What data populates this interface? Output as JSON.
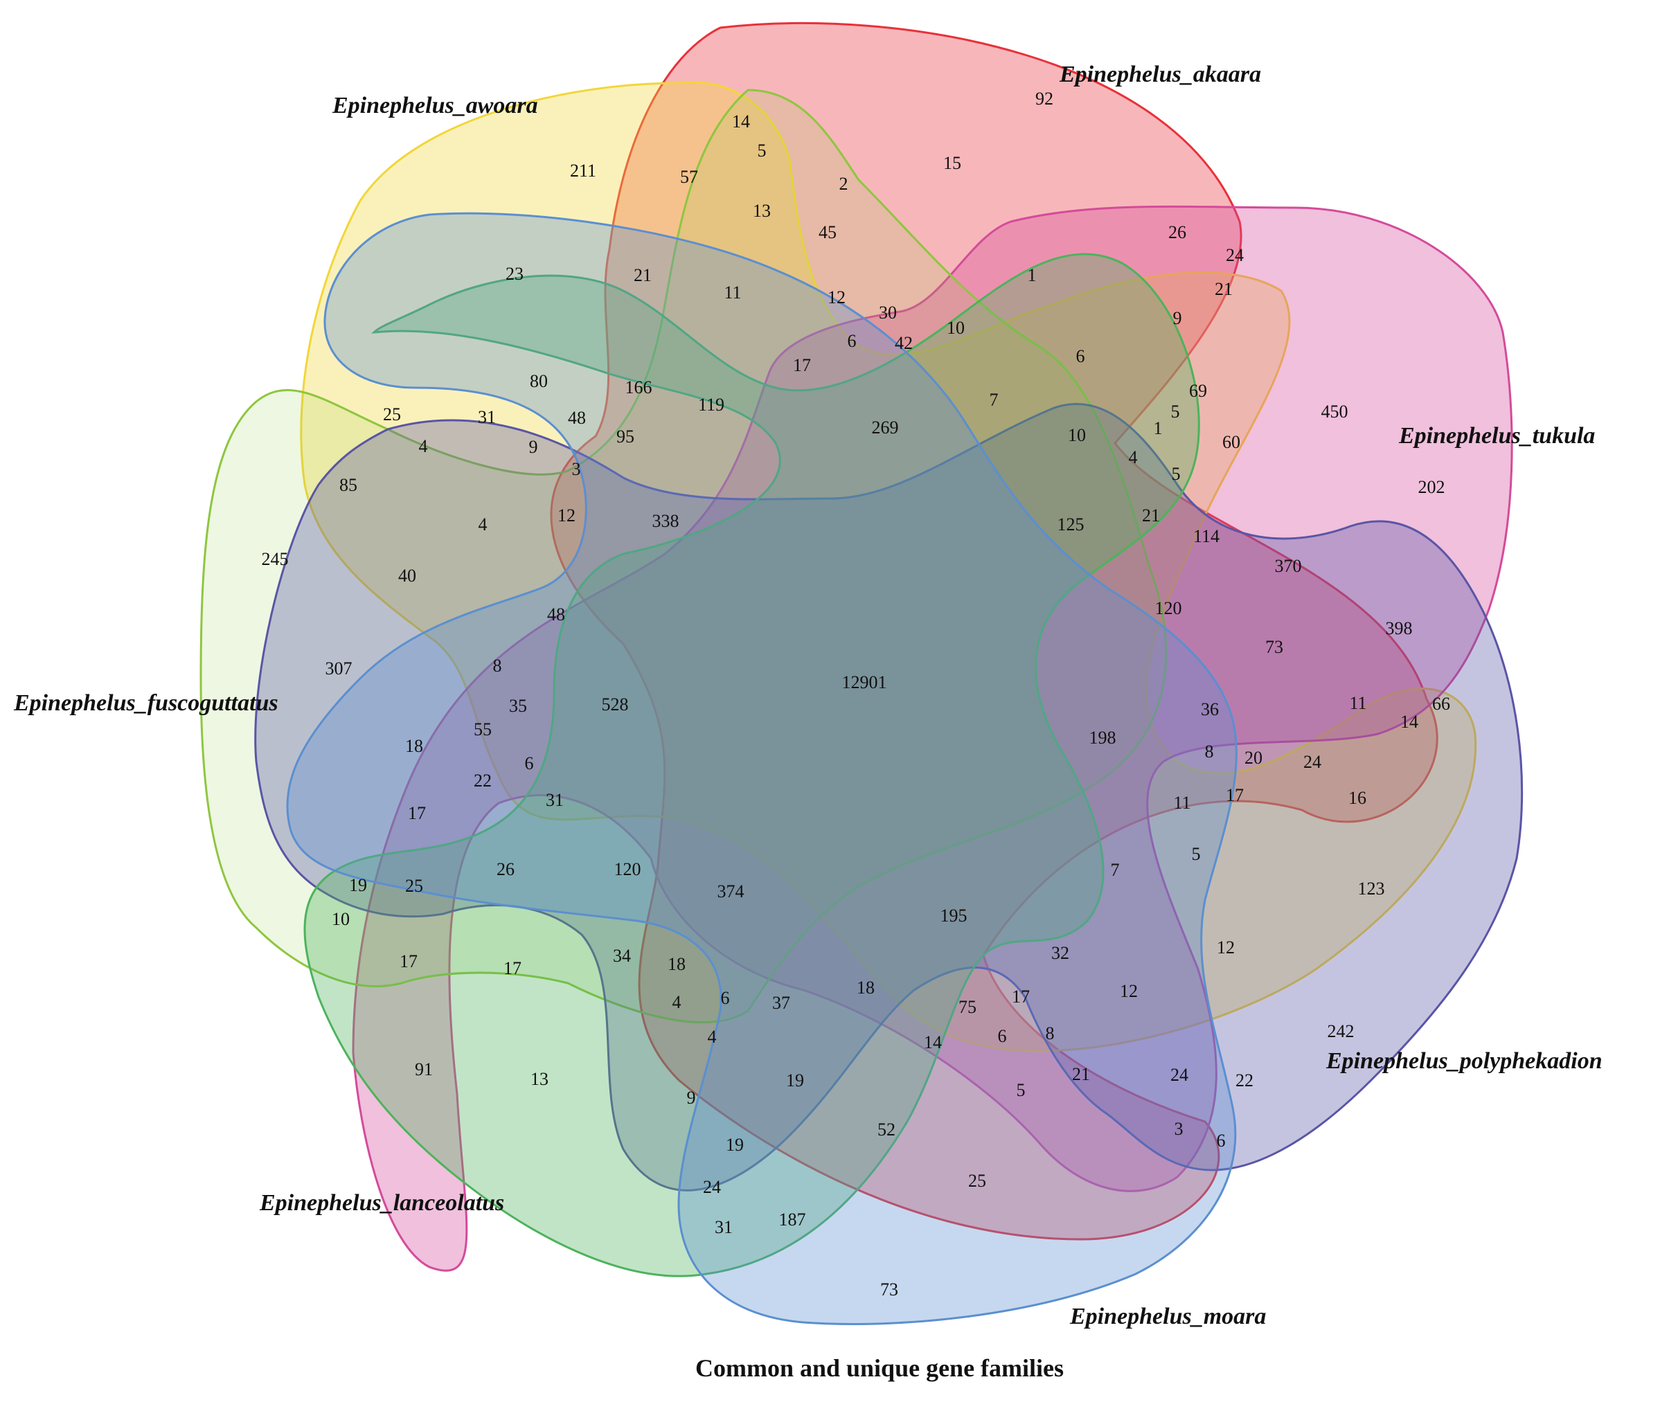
{
  "title": "Common and unique gene families",
  "sets": [
    {
      "name": "Epinephelus_akaara",
      "color": "#e8313a"
    },
    {
      "name": "Epinephelus_awoara",
      "color": "#f2d63a"
    },
    {
      "name": "Epinephelus_tukula",
      "color": "#d44b9a"
    },
    {
      "name": "Epinephelus_fuscoguttatus",
      "color": "#8ec63f"
    },
    {
      "name": "Epinephelus_polyphekadion",
      "color": "#5a55a6"
    },
    {
      "name": "Epinephelus_lanceolatus",
      "color": "#4cb35c"
    },
    {
      "name": "Epinephelus_moara",
      "color": "#5b8fd0"
    }
  ],
  "counts": [
    "92",
    "15",
    "14",
    "5",
    "2",
    "57",
    "13",
    "45",
    "211",
    "26",
    "24",
    "21",
    "1",
    "23",
    "21",
    "11",
    "12",
    "30",
    "10",
    "9",
    "6",
    "42",
    "17",
    "6",
    "80",
    "166",
    "119",
    "269",
    "7",
    "69",
    "5",
    "25",
    "31",
    "48",
    "95",
    "4",
    "9",
    "3",
    "85",
    "450",
    "60",
    "1",
    "10",
    "4",
    "5",
    "202",
    "245",
    "4",
    "12",
    "338",
    "125",
    "21",
    "114",
    "370",
    "40",
    "48",
    "120",
    "307",
    "398",
    "73",
    "8",
    "35",
    "528",
    "12901",
    "36",
    "11",
    "14",
    "66",
    "55",
    "198",
    "8",
    "20",
    "24",
    "18",
    "6",
    "22",
    "31",
    "11",
    "17",
    "16",
    "17",
    "7",
    "5",
    "123",
    "26",
    "120",
    "374",
    "195",
    "19",
    "25",
    "10",
    "12",
    "17",
    "17",
    "34",
    "18",
    "32",
    "4",
    "6",
    "37",
    "18",
    "17",
    "75",
    "8",
    "242",
    "12",
    "4",
    "14",
    "6",
    "91",
    "13",
    "19",
    "24",
    "22",
    "9",
    "21",
    "5",
    "52",
    "3",
    "6",
    "19",
    "24",
    "25",
    "31",
    "187",
    "73"
  ],
  "counts_aria": "region counts"
}
